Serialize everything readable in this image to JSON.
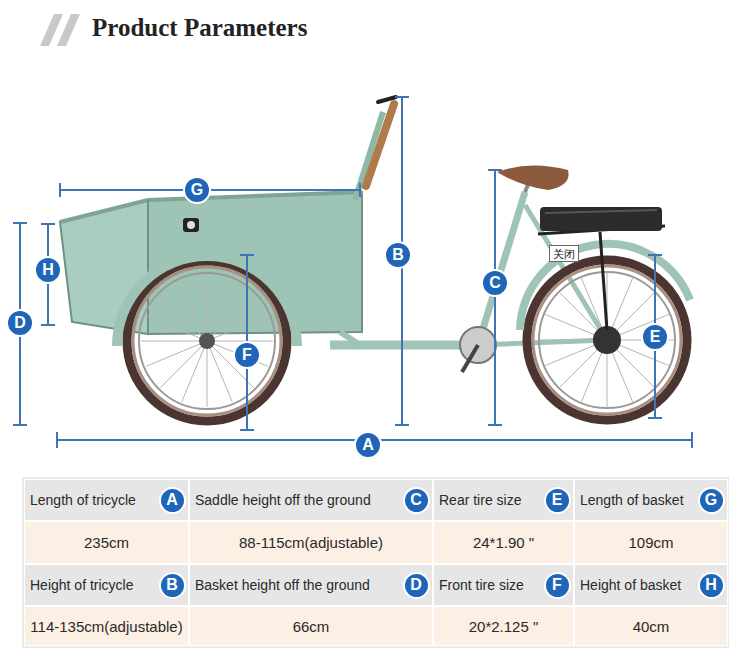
{
  "diagram": {
    "title": "Product Parameters",
    "nodes": [
      {
        "text": [
          "G"
        ]
      },
      {
        "text": [
          "B"
        ]
      },
      {
        "text": [
          "H"
        ]
      },
      {
        "text": [
          "C"
        ]
      },
      {
        "text": [
          "D"
        ]
      },
      {
        "text": [
          "E"
        ]
      },
      {
        "text": [
          "F"
        ]
      },
      {
        "text": [
          "A"
        ]
      },
      {
        "text": [
          "A"
        ]
      },
      {
        "text": [
          "C"
        ]
      },
      {
        "text": [
          "E"
        ]
      },
      {
        "text": [
          "G"
        ]
      },
      {
        "text": [
          "B"
        ]
      },
      {
        "text": [
          "D"
        ]
      },
      {
        "text": [
          "F"
        ]
      },
      {
        "text": [
          "H"
        ]
      }
    ],
    "labels": [
      "Length of tricycle",
      "Saddle height off the ground",
      "Rear tire size",
      "Length of basket",
      "235cm",
      "88-115cm(adjustable)",
      "24*1.90 \"",
      "109cm",
      "Height of tricycle",
      "Basket height off the ground",
      "Front tire size",
      "Height of basket",
      "114-135cm(adjustable)",
      "66cm",
      "20*2.125 \"",
      "40cm",
      "关闭"
    ]
  }
}
